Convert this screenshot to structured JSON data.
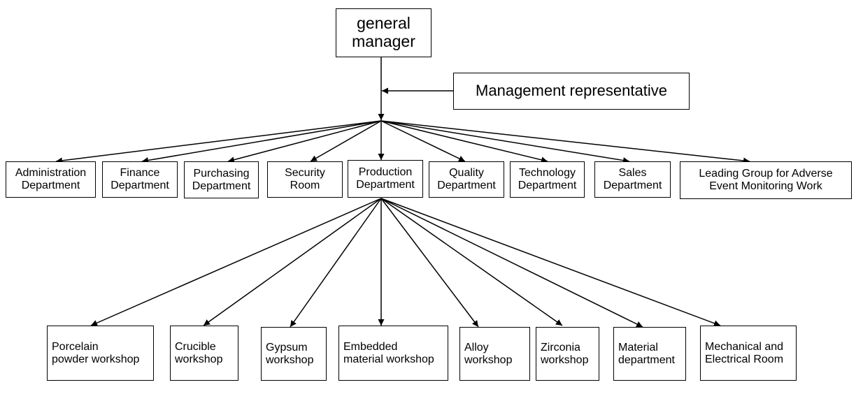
{
  "top": {
    "general_manager": "general\nmanager",
    "management_representative": "Management representative"
  },
  "departments": [
    {
      "label": "Administration\nDepartment"
    },
    {
      "label": "Finance\nDepartment"
    },
    {
      "label": "Purchasing\nDepartment"
    },
    {
      "label": "Security\nRoom"
    },
    {
      "label": "Production\nDepartment"
    },
    {
      "label": "Quality\nDepartment"
    },
    {
      "label": "Technology\nDepartment"
    },
    {
      "label": "Sales\nDepartment"
    },
    {
      "label": "Leading Group for Adverse\nEvent Monitoring Work"
    }
  ],
  "workshops": [
    {
      "label": "Porcelain\npowder workshop"
    },
    {
      "label": "Crucible\nworkshop"
    },
    {
      "label": "Gypsum\nworkshop"
    },
    {
      "label": "Embedded\nmaterial workshop"
    },
    {
      "label": "Alloy\nworkshop"
    },
    {
      "label": "Zirconia\nworkshop"
    },
    {
      "label": "Material\ndepartment"
    },
    {
      "label": "Mechanical and\nElectrical Room"
    }
  ],
  "colors": {
    "line": "#000000",
    "box_border": "#000000",
    "background": "#ffffff"
  }
}
